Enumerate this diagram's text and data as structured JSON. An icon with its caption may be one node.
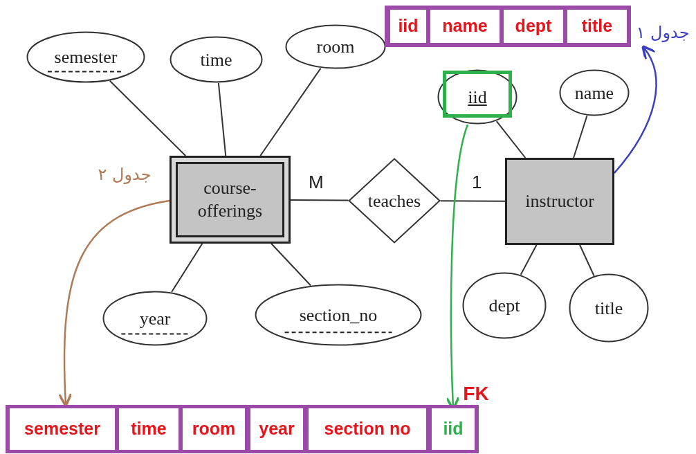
{
  "diagram": {
    "nodes": [
      {
        "text": [
          "semester"
        ]
      },
      {
        "text": [
          "time"
        ]
      },
      {
        "text": [
          "room"
        ]
      },
      {
        "text": [
          "course- offerings"
        ]
      },
      {
        "text": [
          "teaches"
        ]
      },
      {
        "text": [
          "instructor"
        ]
      },
      {
        "text": [
          "iid"
        ]
      },
      {
        "text": [
          "name"
        ]
      },
      {
        "text": [
          "dept"
        ]
      },
      {
        "text": [
          "title"
        ]
      },
      {
        "text": [
          "year"
        ]
      },
      {
        "text": [
          "section_no"
        ]
      },
      {
        "text": [],
        "shape": "box"
      },
      {
        "text": [
          "iid"
        ],
        "in": 12
      },
      {
        "text": [
          "name"
        ],
        "in": 12
      },
      {
        "text": [
          "dept"
        ],
        "in": 12
      },
      {
        "text": [
          "title"
        ],
        "in": 12
      },
      {
        "text": [],
        "shape": "box"
      },
      {
        "text": [
          "semester"
        ],
        "in": 17
      },
      {
        "text": [
          "time"
        ],
        "in": 17
      },
      {
        "text": [
          "room"
        ],
        "in": 17
      },
      {
        "text": [
          "year"
        ],
        "in": 17
      },
      {
        "text": [
          "section no"
        ],
        "in": 17
      },
      {
        "text": [
          "iid"
        ],
        "in": 17
      },
      {
        "text": [
          "جدول ١"
        ]
      }
    ],
    "edges": [
      {
        "from": 0,
        "to": 3,
        "arrow": "none"
      },
      {
        "from": 1,
        "to": 3,
        "arrow": "none"
      },
      {
        "from": 2,
        "to": 3,
        "arrow": "none"
      },
      {
        "from": 3,
        "to": 4,
        "arrow": "none",
        "label": "M"
      },
      {
        "from": 4,
        "to": 5,
        "arrow": "none",
        "label": "1"
      },
      {
        "from": 6,
        "to": 5,
        "arrow": "none"
      },
      {
        "from": 7,
        "to": 5,
        "arrow": "none"
      },
      {
        "from": 5,
        "to": 8,
        "arrow": "none"
      },
      {
        "from": 5,
        "to": 9,
        "arrow": "none"
      },
      {
        "from": 3,
        "to": 10,
        "arrow": "none"
      },
      {
        "from": 3,
        "to": 11,
        "arrow": "none"
      },
      {
        "from": 5,
        "to": 24,
        "arrow": "to",
        "color": "#3b3fc4"
      },
      {
        "from": 3,
        "to": 17,
        "arrow": "to",
        "color": "#b07a55"
      },
      {
        "from": 6,
        "to": 23,
        "arrow": "to",
        "color": "#2eb04a"
      }
    ],
    "labels": [
      "جدول ٢",
      "FK"
    ]
  }
}
